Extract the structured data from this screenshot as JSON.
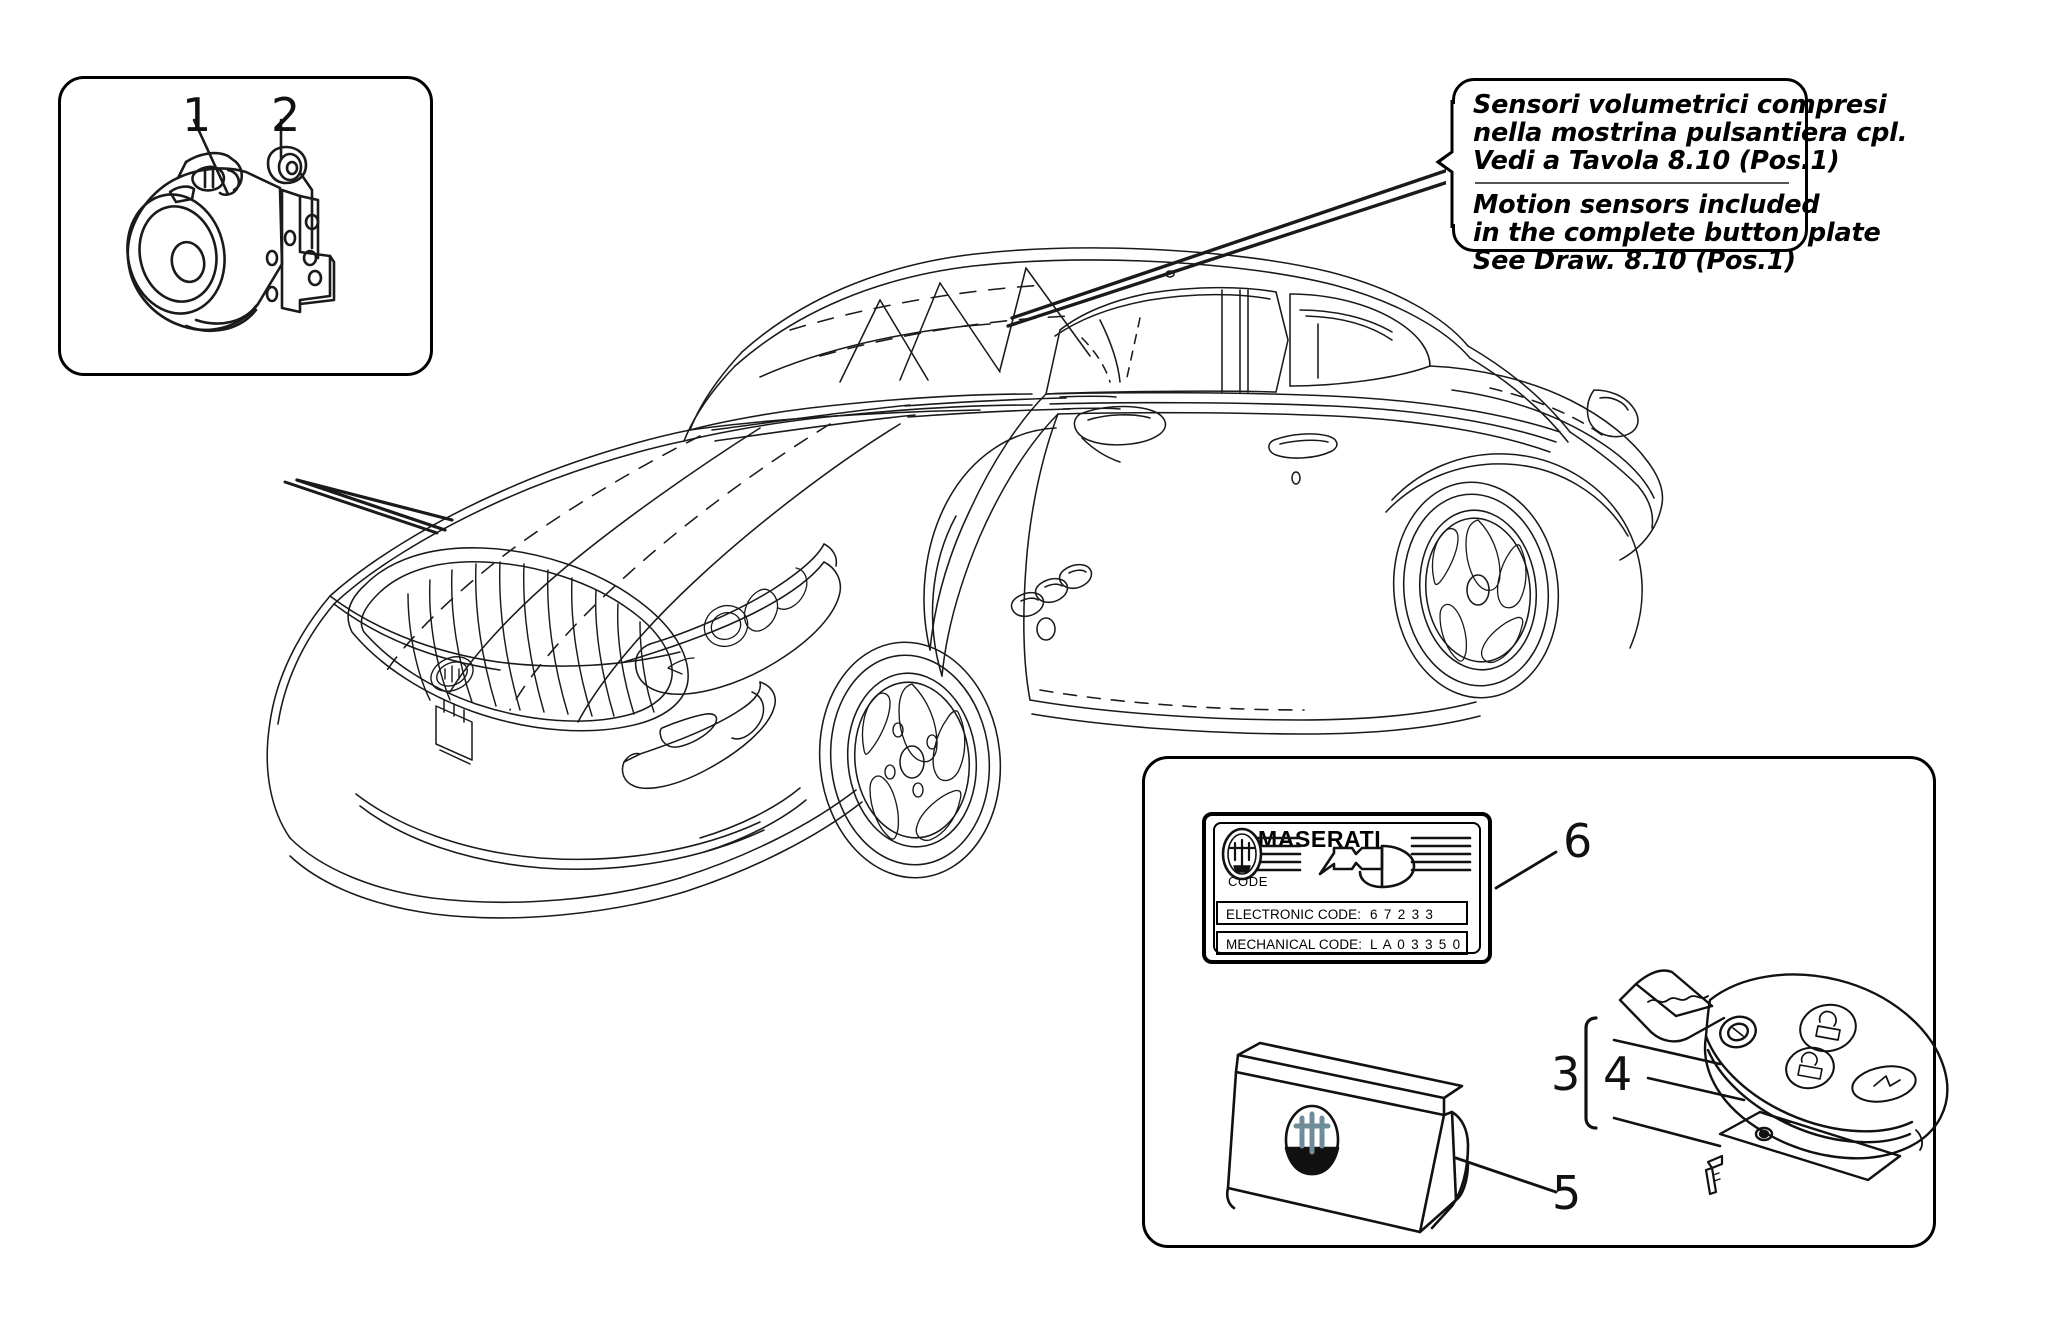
{
  "diagram": {
    "title": "Maserati GranTurismo alarm system parts diagram",
    "line_color": "#1a1a1a",
    "accent_color": "#6f8d99"
  },
  "detail_box": {
    "name": "siren-detail-box",
    "callouts": [
      {
        "id": "1",
        "label": "1"
      },
      {
        "id": "2",
        "label": "2"
      }
    ]
  },
  "callout_note": {
    "italian": [
      "Sensori volumetrici compresi",
      "nella mostrina pulsantiera cpl.",
      "Vedi a Tavola 8.10 (Pos.1)"
    ],
    "english": [
      "Motion sensors included",
      "in the complete button plate",
      "See Draw. 8.10 (Pos.1)"
    ]
  },
  "key_panel": {
    "name": "key-and-code-panel",
    "code_card": {
      "brand": "MASERATI",
      "code_word": "CODE",
      "rows": [
        {
          "label": "ELECTRONIC CODE:",
          "value": "6 7 2 3 3"
        },
        {
          "label": "MECHANICAL CODE:",
          "value": "L A 0 3 3 5 0"
        }
      ],
      "callout": "6"
    },
    "key_fob": {
      "callouts": [
        {
          "id": "3",
          "label": "3"
        },
        {
          "id": "4",
          "label": "4"
        }
      ]
    },
    "pouch": {
      "callout": "5"
    }
  },
  "callout_numbers": {
    "n1": "1",
    "n2": "2",
    "n3": "3",
    "n4": "4",
    "n5": "5",
    "n6": "6"
  }
}
